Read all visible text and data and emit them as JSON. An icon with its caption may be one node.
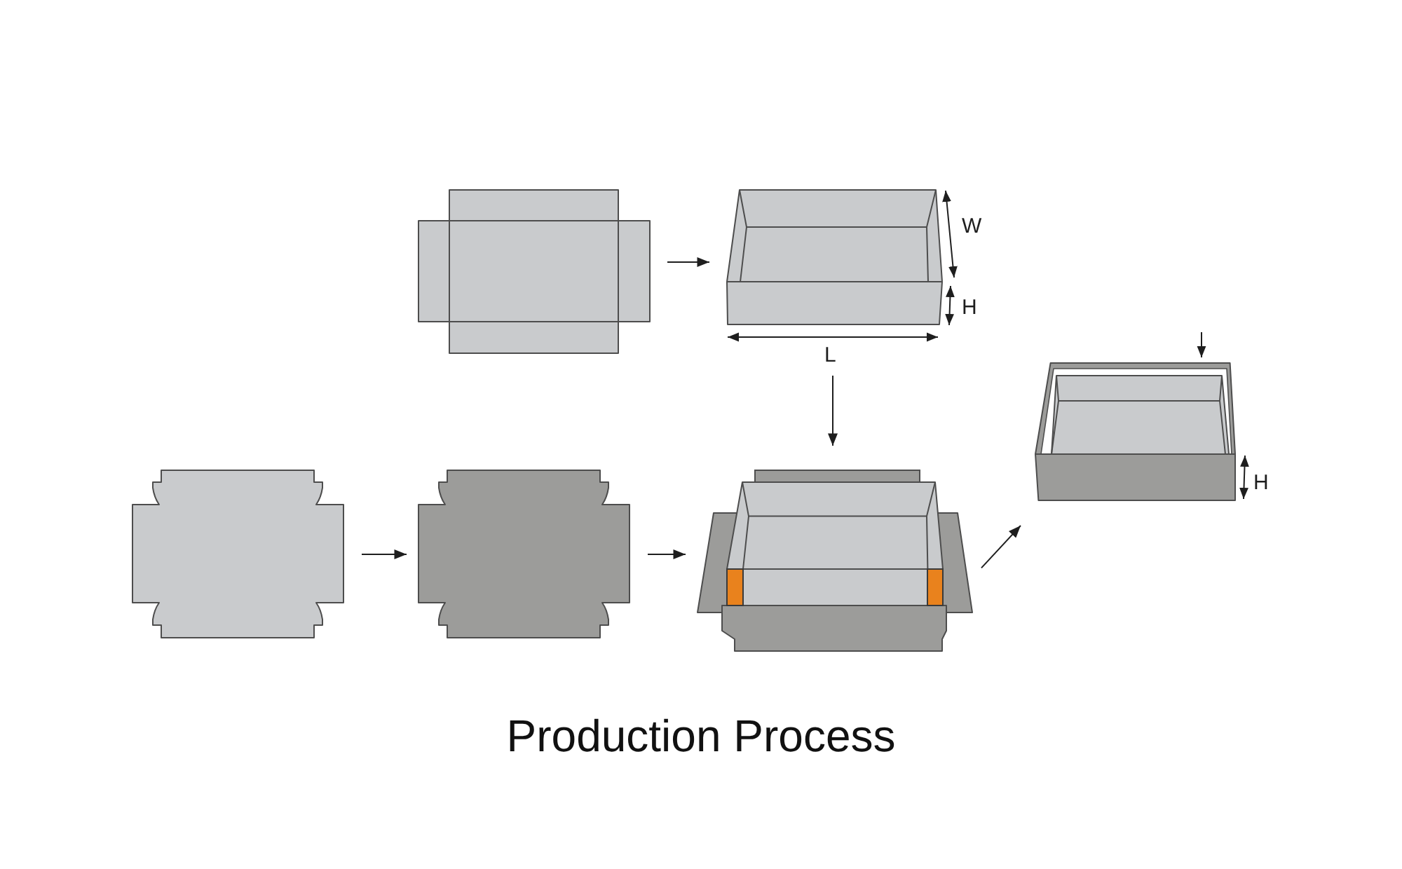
{
  "diagram": {
    "caption": "Production Process",
    "nodes": [
      {
        "text": [],
        "shape": "box"
      },
      {
        "text": [],
        "shape": "picture"
      },
      {
        "text": [],
        "shape": "box"
      },
      {
        "text": [],
        "shape": "box"
      },
      {
        "text": [],
        "shape": "picture"
      },
      {
        "text": [],
        "shape": "picture"
      }
    ],
    "edges": [
      {
        "from": 0,
        "to": 1,
        "arrow": "to"
      },
      {
        "from": 1,
        "to": 4,
        "arrow": "to"
      },
      {
        "from": 2,
        "to": 3,
        "arrow": "to"
      },
      {
        "from": 3,
        "to": 4,
        "arrow": "to"
      },
      {
        "from": 4,
        "to": 5,
        "arrow": "to"
      }
    ],
    "labels": [
      "W",
      "H",
      "L",
      "H"
    ]
  }
}
